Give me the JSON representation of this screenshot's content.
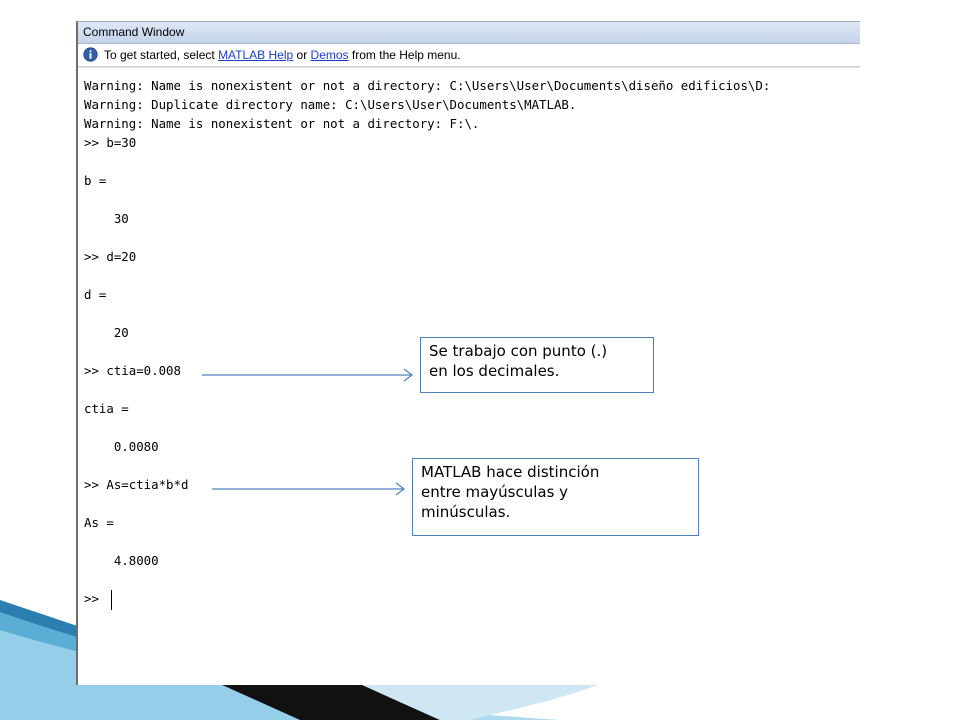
{
  "window": {
    "title": "Command Window"
  },
  "infobar": {
    "icon": "info-icon",
    "text_before": "To get started, select ",
    "link_help": "MATLAB Help",
    "text_middle": " or ",
    "link_demos": "Demos",
    "text_after": " from the Help menu."
  },
  "console": {
    "lines": [
      "Warning: Name is nonexistent or not a directory: C:\\Users\\User\\Documents\\diseño edificios\\D:",
      "Warning: Duplicate directory name: C:\\Users\\User\\Documents\\MATLAB.",
      "Warning: Name is nonexistent or not a directory: F:\\.",
      ">> b=30",
      "b =",
      "    30",
      ">> d=20",
      "d =",
      "    20",
      ">> ctia=0.008",
      "ctia =",
      "    0.0080",
      ">> As=ctia*b*d",
      "As =",
      "    4.8000",
      ">> "
    ]
  },
  "callouts": [
    {
      "lines": [
        "Se trabajo con punto (.)",
        "en los decimales."
      ]
    },
    {
      "lines": [
        "MATLAB hace distinción",
        "entre mayúsculas y",
        "minúsculas."
      ]
    }
  ],
  "colors": {
    "callout_border": "#4f81bd",
    "arrow": "#4f81bd",
    "link": "#1a3ec8"
  }
}
